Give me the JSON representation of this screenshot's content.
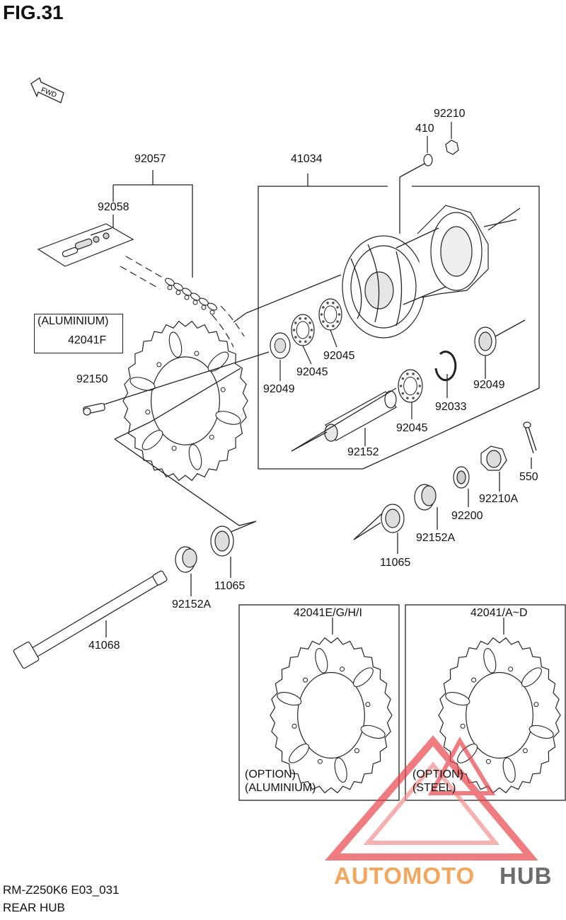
{
  "figure": {
    "title": "FIG.31",
    "model_code": "RM-Z250K6 E03_031",
    "name": "REAR HUB",
    "fwd_label": "FWD"
  },
  "parts": {
    "p92210": "92210",
    "p410": "410",
    "p92057": "92057",
    "p41034": "41034",
    "p92058": "92058",
    "aluminium_note": "(ALUMINIUM)",
    "p42041F": "42041F",
    "p92045_a": "92045",
    "p92045_b": "92045",
    "p92045_c": "92045",
    "p92049_a": "92049",
    "p92049_b": "92049",
    "p92150": "92150",
    "p92033": "92033",
    "p92152": "92152",
    "p550": "550",
    "p92210A": "92210A",
    "p92200": "92200",
    "p92152A_a": "92152A",
    "p92152A_b": "92152A",
    "p11065_a": "11065",
    "p11065_b": "11065",
    "p41068": "41068"
  },
  "options": [
    {
      "part": "42041E/G/H/I",
      "note1": "(OPTION)",
      "note2": "(ALUMINIUM)"
    },
    {
      "part": "42041/A~D",
      "note1": "(OPTION)",
      "note2": "(STEEL)"
    }
  ],
  "watermark": {
    "left": "AUTOMOTO",
    "right": "HUB",
    "color_left": "#f2a65e",
    "color_right": "#6d6d6d",
    "triangle_color": "#e8454c"
  }
}
